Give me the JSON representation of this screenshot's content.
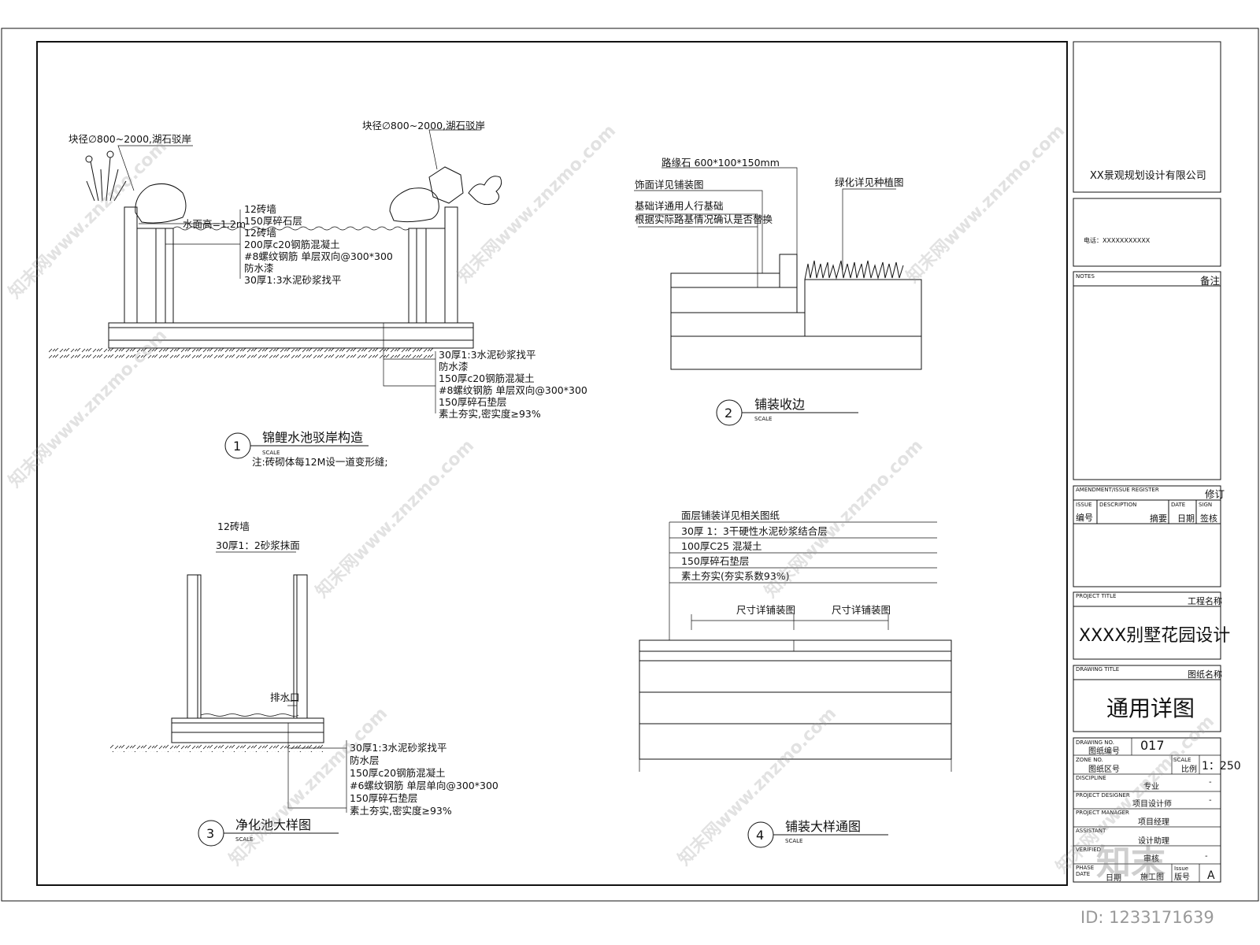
{
  "titleblock": {
    "company": "XX景观规划设计有限公司",
    "phone": "电话：XXXXXXXXXXX",
    "notes_en": "NOTES",
    "notes_cn": "备注",
    "amend_en": "AMENDMENT/ISSUE REGISTER",
    "amend_cn": "修订",
    "issue_en": "ISSUE",
    "desc_en": "DESCRIPTION",
    "date_en": "DATE",
    "sign_en": "SIGN",
    "issue_cn": "编号",
    "desc_cn": "摘要",
    "date_cn": "日期",
    "sign_cn": "签核",
    "project_title_en": "PROJECT TITLE",
    "project_title_cn": "工程名称",
    "project_name": "XXXX别墅花园设计",
    "drawing_title_en": "DRAWING TITLE",
    "drawing_title_cn": "图纸名称",
    "drawing_name": "通用详图",
    "drawing_no_en": "DRAWING NO.",
    "drawing_no_cn": "图纸编号",
    "drawing_no": "017",
    "zone_no_en": "ZONE NO.",
    "zone_no_cn": "图纸区号",
    "scale_en": "SCALE",
    "scale_cn": "比例",
    "scale": "1：250",
    "discipline_en": "DISCIPLINE",
    "discipline_cn": "专业",
    "designer_en": "PROJECT DESIGNER",
    "designer_cn": "项目设计师",
    "manager_en": "PROJECT MANAGER",
    "manager_cn": "项目经理",
    "assistant_en": "ASSISTANT",
    "assistant_cn": "设计助理",
    "verify_en": "VERIFIED",
    "verify_cn": "审核",
    "phase_en": "PHASE",
    "phase_cn": "施工图",
    "date2_en": "DATE",
    "date2_cn": "日期",
    "issue2_en": "Issue",
    "issue2_cn": "版号",
    "issue2": "A",
    "dash": "-"
  },
  "detail1": {
    "num": "1",
    "title": "锦鲤水池驳岸构造",
    "scale": "SCALE",
    "note": "注:砖砌体每12M设一道变形缝;",
    "rock_left": "块径∅800~2000,湖石驳岸",
    "rock_right": "块径∅800~2000,湖石驳岸",
    "water": "水面高=1.2m",
    "wall_layers": [
      "12砖墙",
      "150厚碎石层",
      "12砖墙",
      "200厚c20钢筋混凝土",
      "#8螺纹钢筋 单层双向@300*300",
      "防水漆",
      "30厚1:3水泥砂浆找平"
    ],
    "base_layers": [
      "30厚1:3水泥砂浆找平",
      "防水漆",
      "150厚c20钢筋混凝土",
      "#8螺纹钢筋 单层双向@300*300",
      "150厚碎石垫层",
      "素土夯实,密实度≥93%"
    ]
  },
  "detail2": {
    "num": "2",
    "title": "铺装收边",
    "scale": "SCALE",
    "labels": [
      "路缘石 600*100*150mm",
      "饰面详见铺装图",
      "基础详通用人行基础",
      "根据实际路基情况确认是否替换"
    ],
    "green": "绿化详见种植图"
  },
  "detail3": {
    "num": "3",
    "title": "净化池大样图",
    "scale": "SCALE",
    "top_labels": [
      "12砖墙",
      "30厚1：2砂浆抹面"
    ],
    "outlet": "排水口",
    "layers": [
      "30厚1:3水泥砂浆找平",
      "防水层",
      "150厚c20钢筋混凝土",
      "#6螺纹钢筋 单层单向@300*300",
      "150厚碎石垫层",
      "素土夯实,密实度≥93%"
    ]
  },
  "detail4": {
    "num": "4",
    "title": "铺装大样通图",
    "scale": "SCALE",
    "layers": [
      "面层铺装详见相关图纸",
      "30厚 1：3干硬性水泥砂浆结合层",
      "100厚C25 混凝土",
      "150厚碎石垫层",
      "素土夯实(夯实系数93%)"
    ],
    "dims": [
      "尺寸详铺装图",
      "尺寸详铺装图"
    ]
  },
  "watermark": {
    "text": "知末网www.znzmo.com",
    "logo": "知末",
    "id": "ID: 1233171639"
  }
}
